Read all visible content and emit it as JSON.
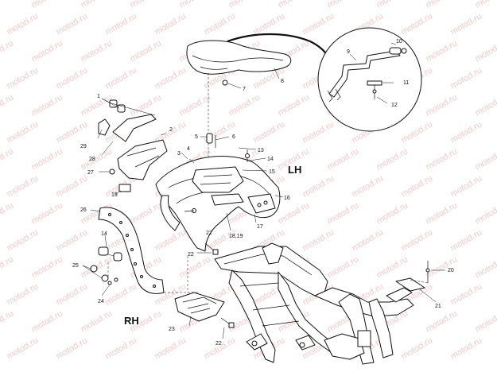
{
  "diagram": {
    "side_labels": {
      "left_hand": "LH",
      "right_hand": "RH"
    },
    "watermark_text": "motod.ru",
    "callouts": [
      {
        "id": "c1",
        "text": "1"
      },
      {
        "id": "c2",
        "text": "2"
      },
      {
        "id": "c3",
        "text": "3"
      },
      {
        "id": "c4",
        "text": "4"
      },
      {
        "id": "c5",
        "text": "5"
      },
      {
        "id": "c6",
        "text": "6"
      },
      {
        "id": "c7",
        "text": "7"
      },
      {
        "id": "c8",
        "text": "8"
      },
      {
        "id": "c9",
        "text": "9"
      },
      {
        "id": "c10",
        "text": "10"
      },
      {
        "id": "c11",
        "text": "11"
      },
      {
        "id": "c12",
        "text": "12"
      },
      {
        "id": "c13",
        "text": "13"
      },
      {
        "id": "c14a",
        "text": "14"
      },
      {
        "id": "c14b",
        "text": "14"
      },
      {
        "id": "c15",
        "text": "15"
      },
      {
        "id": "c16",
        "text": "16"
      },
      {
        "id": "c17",
        "text": "17"
      },
      {
        "id": "c1819",
        "text": "18,19"
      },
      {
        "id": "c19",
        "text": "19"
      },
      {
        "id": "c20",
        "text": "20"
      },
      {
        "id": "c21",
        "text": "21"
      },
      {
        "id": "c22a",
        "text": "22"
      },
      {
        "id": "c22b",
        "text": "22"
      },
      {
        "id": "c22c",
        "text": "22"
      },
      {
        "id": "c23",
        "text": "23"
      },
      {
        "id": "c24",
        "text": "24"
      },
      {
        "id": "c25",
        "text": "25"
      },
      {
        "id": "c26",
        "text": "26"
      },
      {
        "id": "c27",
        "text": "27"
      },
      {
        "id": "c28",
        "text": "28"
      },
      {
        "id": "c29",
        "text": "29"
      }
    ]
  }
}
